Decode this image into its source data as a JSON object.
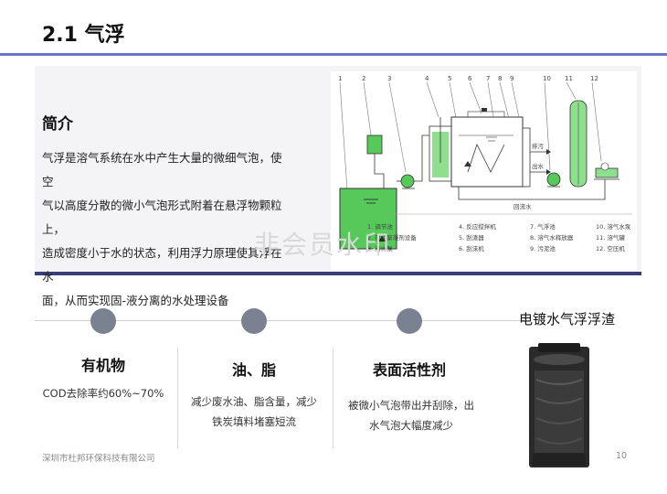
{
  "slide": {
    "title": "2.1 气浮",
    "page_number": "10",
    "footer_company": "深圳市杜邦环保科技有限公司"
  },
  "intro": {
    "heading": "简介",
    "lines": [
      "气浮是溶气系统在水中产生大量的微细气泡，使空",
      "气以高度分散的微小气泡形式附着在悬浮物颗粒上，",
      "造成密度小于水的状态，利用浮力原理使其浮在水",
      "面，从而实现固-液分离的水处理设备"
    ]
  },
  "diagram": {
    "numbers": [
      "1",
      "2",
      "3",
      "4",
      "5",
      "6",
      "7",
      "8",
      "9",
      "10",
      "11",
      "12"
    ],
    "labels": {
      "paiwu": "排污",
      "chushui": "出水",
      "huiliushui": "回流水"
    },
    "legend": [
      "1. 调节池",
      "2. 投加絮凝剂设备",
      "3. 污水泵",
      "4. 反应搅拌机",
      "5. 刮渣器",
      "6. 刮沫机",
      "7. 气浮池",
      "8. 溶气水释放器",
      "9. 污泥池",
      "10. 溶气水泵",
      "11. 溶气罐",
      "12. 空压机"
    ],
    "watermark": "非会员水印"
  },
  "features": [
    {
      "title": "有机物",
      "lines": [
        "COD去除率约60%~70%"
      ]
    },
    {
      "title": "油、脂",
      "lines": [
        "减少废水油、脂含量，减少",
        "铁炭填料堵塞短流"
      ]
    },
    {
      "title": "表面活性剂",
      "lines": [
        "被微小气泡带出并刮除，出",
        "水气泡大幅度减少"
      ]
    }
  ],
  "photo": {
    "caption": "电镀水气浮浮渣"
  },
  "colors": {
    "accent_rule": "#6a74c8",
    "dark_rule": "#3a3f7a",
    "dot": "#7a8190",
    "tank_green": "#57c95a"
  }
}
